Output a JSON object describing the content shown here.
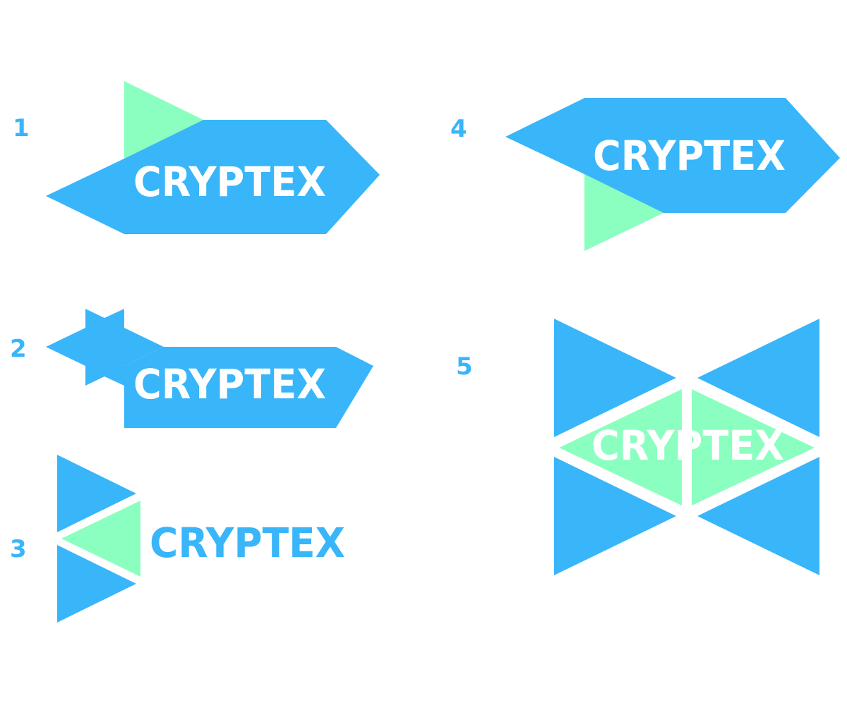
{
  "colors": {
    "blue": "#39B5FA",
    "green": "#8BFFBF",
    "white": "#FFFFFF",
    "background": "#FFFFFF"
  },
  "variants": [
    {
      "number": "1",
      "wordmark": "CRYPTEX"
    },
    {
      "number": "2",
      "wordmark": "CRYPTEX"
    },
    {
      "number": "3",
      "wordmark": "CRYPTEX"
    },
    {
      "number": "4",
      "wordmark": "CRYPTEX"
    },
    {
      "number": "5",
      "wordmark": "CRYPTEX"
    }
  ]
}
